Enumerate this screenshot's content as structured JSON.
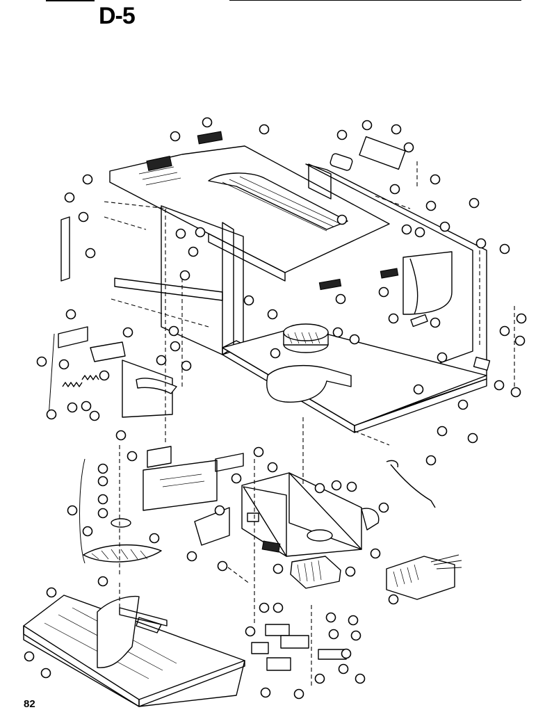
{
  "header": {
    "title": "D-5"
  },
  "footer": {
    "page_number": "82"
  },
  "diagram": {
    "kind": "exploded-parts-view",
    "callout_style": "circled reference numbers (illegible in source)"
  }
}
